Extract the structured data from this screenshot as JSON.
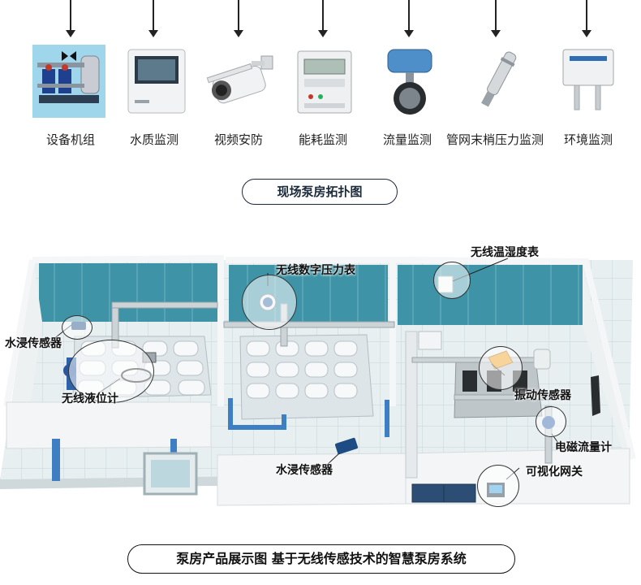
{
  "devices": [
    {
      "label": "设备机组",
      "icon": "pump-unit-icon"
    },
    {
      "label": "水质监测",
      "icon": "water-quality-monitor-icon"
    },
    {
      "label": "视频安防",
      "icon": "security-camera-icon"
    },
    {
      "label": "能耗监测",
      "icon": "energy-meter-icon"
    },
    {
      "label": "流量监测",
      "icon": "flow-valve-icon"
    },
    {
      "label": "管网末梢压力监测",
      "icon": "pressure-sensor-icon"
    },
    {
      "label": "环境监测",
      "icon": "environment-sensor-icon"
    }
  ],
  "topology_title": "现场泵房拓扑图",
  "callouts": {
    "water_immersion_left": "水浸传感器",
    "wireless_level": "无线液位计",
    "wireless_pressure": "无线数字压力表",
    "water_immersion_mid": "水浸传感器",
    "temp_humidity": "无线温湿度表",
    "vibration": "振动传感器",
    "em_flowmeter": "电磁流量计",
    "gateway": "可视化网关"
  },
  "footer_caption": "泵房产品展示图 基于无线传感技术的智慧泵房系统",
  "colors": {
    "wall_teal": "#3e94a6",
    "floor_tile": "#e6eef0",
    "outline": "#1b2a3a"
  }
}
